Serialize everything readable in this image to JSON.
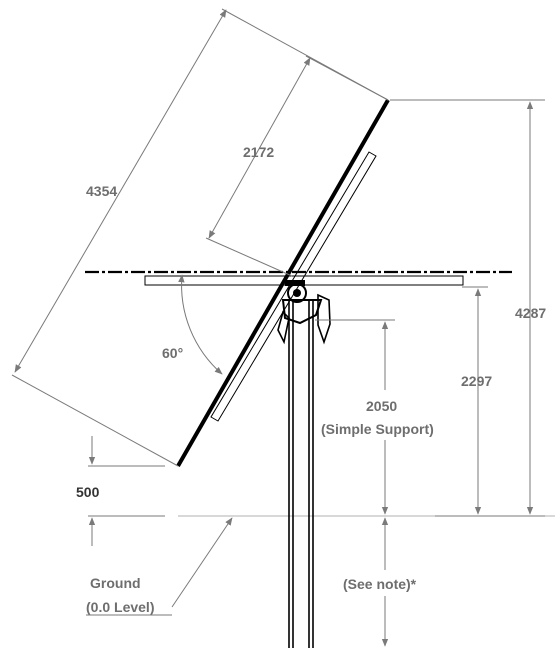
{
  "dimensions": {
    "panel_length": "4354",
    "upper_panel": "2172",
    "top_height": "4287",
    "pivot_height": "2297",
    "support_height": "2050",
    "support_note": "(Simple Support)",
    "clearance": "500",
    "tilt_angle": "60°"
  },
  "labels": {
    "ground_line1": "Ground",
    "ground_line2": "(0.0 Level)",
    "see_note": "(See note)*"
  },
  "colors": {
    "dimension_line": "#7a7a7a",
    "structure": "#000000"
  }
}
